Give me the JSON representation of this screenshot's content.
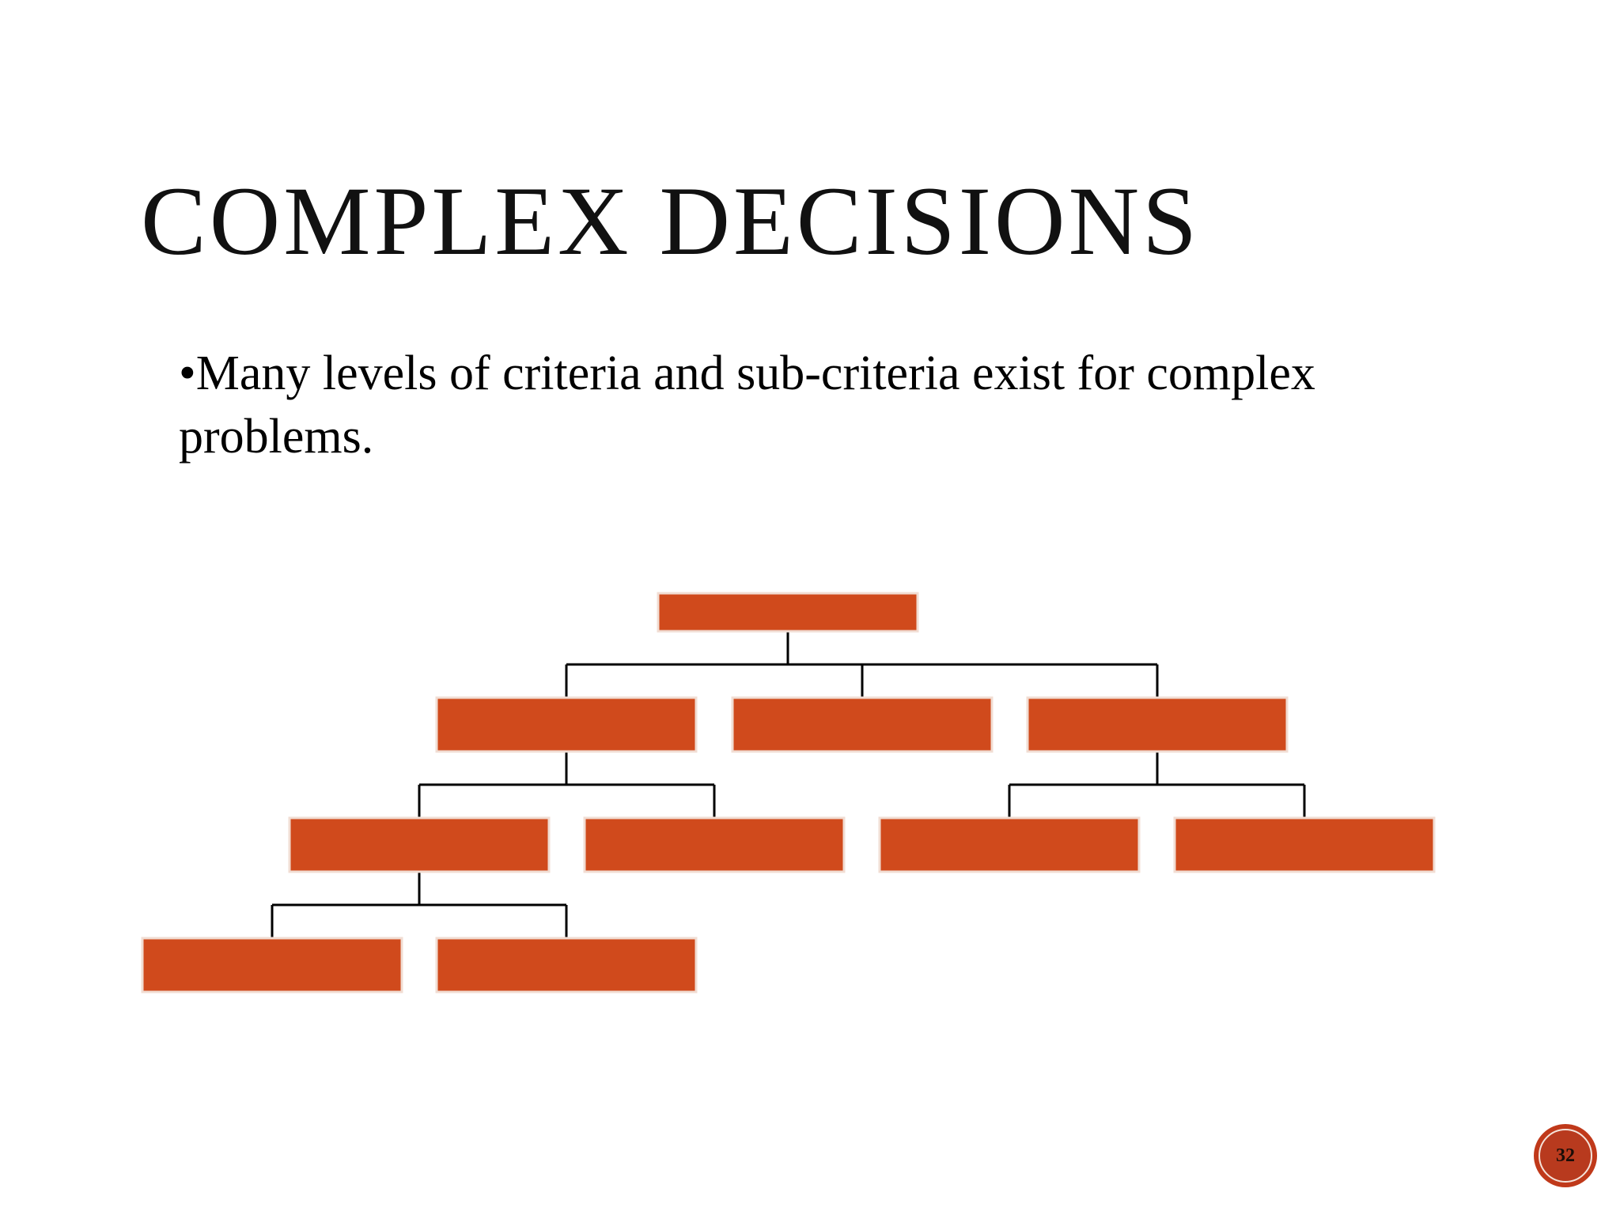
{
  "slide": {
    "title": "COMPLEX DECISIONS",
    "bullet": "•Many levels of criteria and sub-criteria exist for complex problems.",
    "page_number": "32"
  },
  "colors": {
    "node_fill": "#d04a1c",
    "badge_fill": "#c0391a",
    "text": "#000000"
  },
  "hierarchy": {
    "root": {
      "label": "",
      "children": [
        {
          "label": "",
          "children": [
            {
              "label": "",
              "children": [
                {
                  "label": ""
                },
                {
                  "label": ""
                }
              ]
            },
            {
              "label": ""
            }
          ]
        },
        {
          "label": ""
        },
        {
          "label": "",
          "children": [
            {
              "label": ""
            },
            {
              "label": ""
            }
          ]
        }
      ]
    }
  }
}
